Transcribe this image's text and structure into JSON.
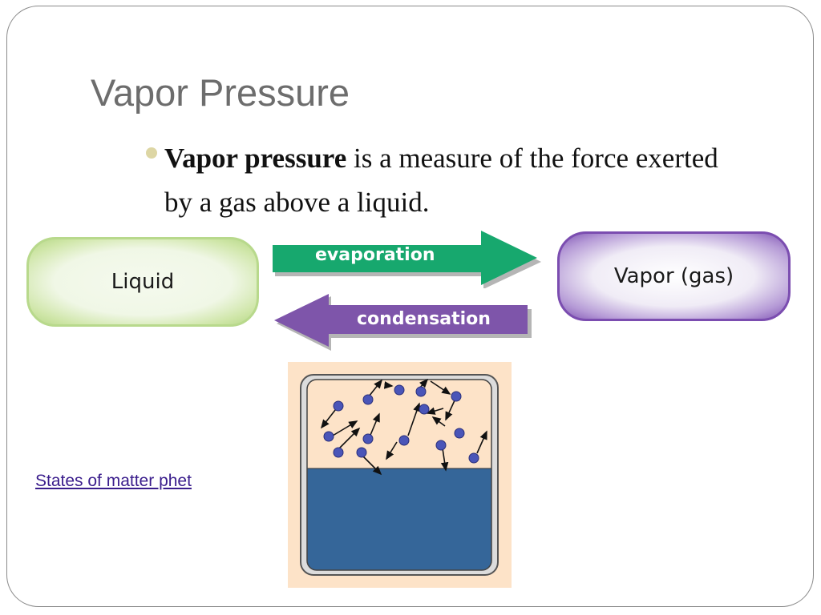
{
  "slide": {
    "title": "Vapor Pressure",
    "bullet": {
      "term": "Vapor pressure",
      "text": " is a measure of the force exerted by a gas above a liquid."
    },
    "link_text": "States of matter phet"
  },
  "diagram": {
    "liquid_label": "Liquid",
    "vapor_label": "Vapor (gas)",
    "evaporation_label": "evaporation",
    "condensation_label": "condensation",
    "colors": {
      "evaporation_arrow": "#17a86e",
      "condensation_arrow": "#7e55aa",
      "liquid_border": "#b8d98c",
      "vapor_border": "#7b4db0",
      "liquid_fill": "#356699",
      "gas_space": "#fde3c8",
      "molecule": "#4a55b8"
    },
    "container_icon": "closed-container-with-liquid-and-vapor-molecules"
  }
}
